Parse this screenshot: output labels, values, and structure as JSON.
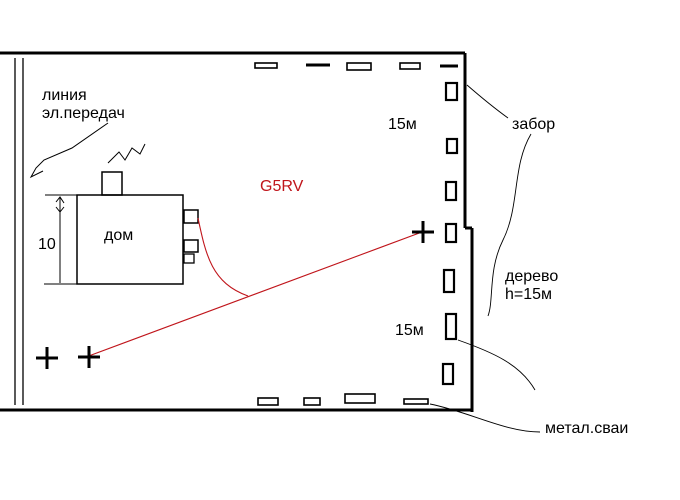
{
  "labels": {
    "power_line": "линия\nэл.передач",
    "fence": "забор",
    "tree": "дерево\nh=15м",
    "piles": "метал.сваи",
    "house": "дом",
    "antenna": "G5RV",
    "dim_top": "15м",
    "dim_bottom": "15м",
    "house_size": "10"
  },
  "colors": {
    "line": "#000000",
    "antenna": "#c0151b",
    "background": "#ffffff"
  }
}
